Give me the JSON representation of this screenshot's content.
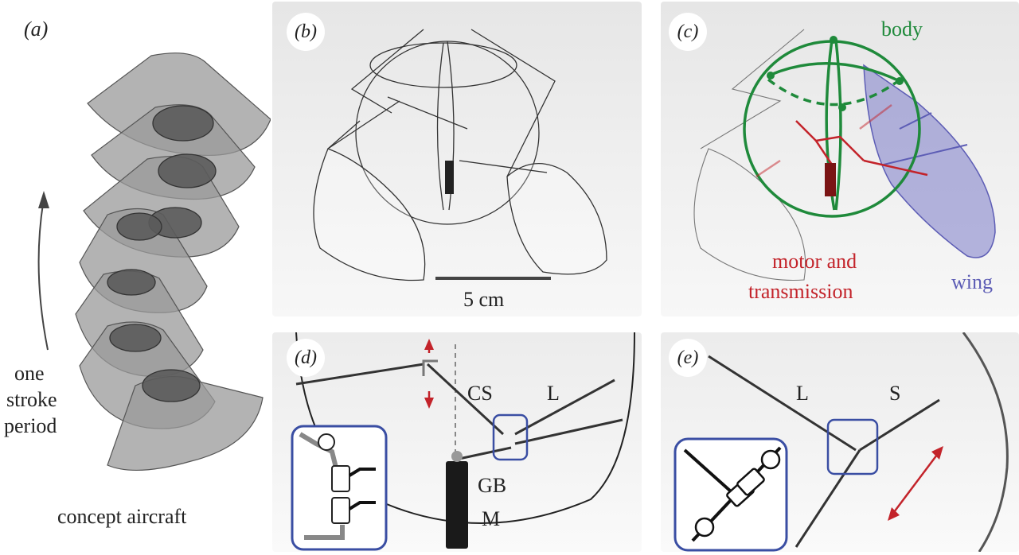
{
  "panels": {
    "a": {
      "label": "(a)",
      "arrow_text": [
        "one",
        "stroke",
        "period"
      ],
      "caption": "concept aircraft"
    },
    "b": {
      "label": "(b)",
      "scale_text": "5 cm"
    },
    "c": {
      "label": "(c)",
      "body": "body",
      "motor": [
        "motor and",
        "transmission"
      ],
      "wing": "wing"
    },
    "d": {
      "label": "(d)",
      "cs": "CS",
      "l": "L",
      "gb": "GB",
      "m": "M"
    },
    "e": {
      "label": "(e)",
      "l": "L",
      "s": "S"
    }
  },
  "colors": {
    "body": "#1f8a3b",
    "motor": "#c3232a",
    "wing": "#5d5db5",
    "inset_border": "#3a4ea3",
    "cone": "#9a9a9a",
    "cone_dark": "#5b5b5b"
  }
}
